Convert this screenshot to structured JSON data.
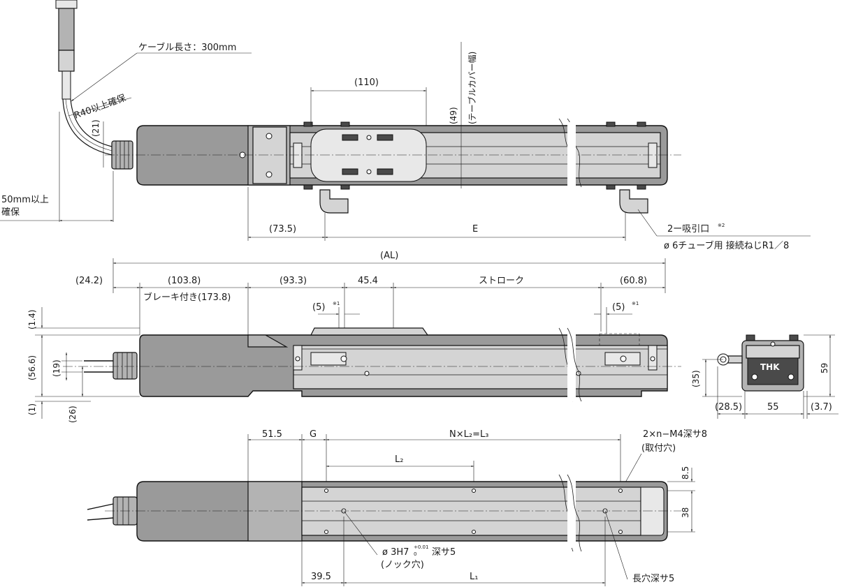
{
  "labels": {
    "cable_length": "ケーブル長さ：300mm",
    "bend_radius": "R40以上確保",
    "clearance_line1": "50mm以上",
    "clearance_line2": "確保",
    "dim_110": "(110)",
    "table_cover_width": "(テーブルカバー幅)",
    "dim_49": "(49)",
    "dim_21": "(21)",
    "dim_73_5": "(73.5)",
    "dim_E": "E",
    "suction_port": "2ー吸引口",
    "suction_note": "※2",
    "tube_spec": "ø 6チューブ用 接続ねじR1／8",
    "dim_AL": "(AL)",
    "dim_24_2": "(24.2)",
    "dim_103_8": "(103.8)",
    "brake": "ブレーキ付き(173.8)",
    "dim_93_3": "(93.3)",
    "dim_45_4": "45.4",
    "stroke": "ストローク",
    "dim_60_8": "(60.8)",
    "dim_5_left": "(5)",
    "dim_5_right": "(5)",
    "note1": "※1",
    "dim_1_4": "(1.4)",
    "dim_56_6": "(56.6)",
    "dim_19": "(19)",
    "dim_1": "(1)",
    "dim_26": "(26)",
    "dim_35": "(35)",
    "dim_59": "59",
    "dim_28_5": "(28.5)",
    "dim_55": "55",
    "dim_3_7": "(3.7)",
    "logo": "THK",
    "dim_51_5": "51.5",
    "dim_G": "G",
    "dim_NL2": "N×L₂=L₃",
    "mount_holes": "2×n−M4深サ8",
    "mount_holes_note": "(取付穴)",
    "dim_L2": "L₂",
    "dim_8_5": "8.5",
    "dim_38": "38",
    "knock_hole": "ø 3H7",
    "knock_tol_upper": "+0.01",
    "knock_tol_lower": "0",
    "knock_depth": "深サ5",
    "knock_note": "(ノック穴)",
    "dim_39_5": "39.5",
    "dim_L1": "L₁",
    "slot": "長穴深サ5"
  },
  "colors": {
    "body": "#9a9a9a",
    "dark": "#4a4a4a",
    "line": "#1a1a1a"
  }
}
